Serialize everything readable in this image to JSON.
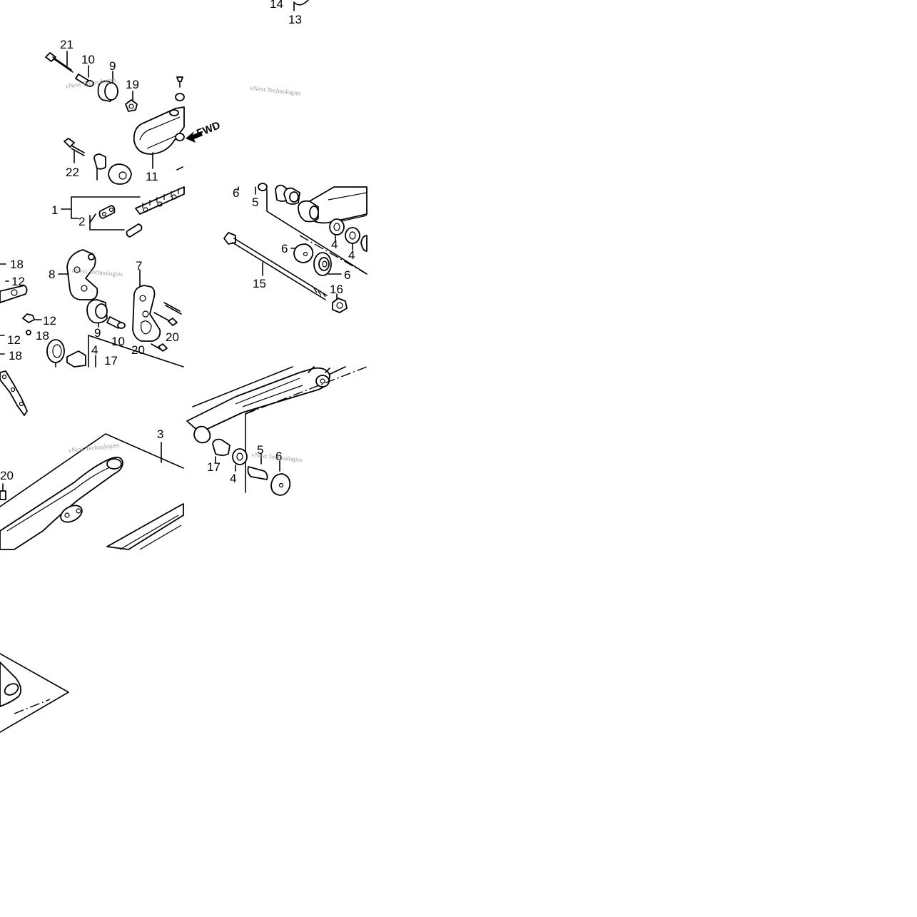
{
  "diagram": {
    "callouts": [
      "14",
      "13",
      "21",
      "10",
      "9",
      "19",
      "22",
      "11",
      "6",
      "5",
      "1",
      "2",
      "18",
      "12",
      "8",
      "7",
      "12",
      "12",
      "18",
      "9",
      "10",
      "20",
      "20",
      "4",
      "17",
      "18",
      "6",
      "4",
      "4",
      "6",
      "15",
      "16",
      "3",
      "20",
      "17",
      "4",
      "5",
      "6"
    ],
    "direction_label": "FWD",
    "watermarks": [
      "vNext Technologies",
      "vNext Technologies",
      "vNext Technologies",
      "vNext Technologies",
      "vNext Technologies"
    ]
  }
}
